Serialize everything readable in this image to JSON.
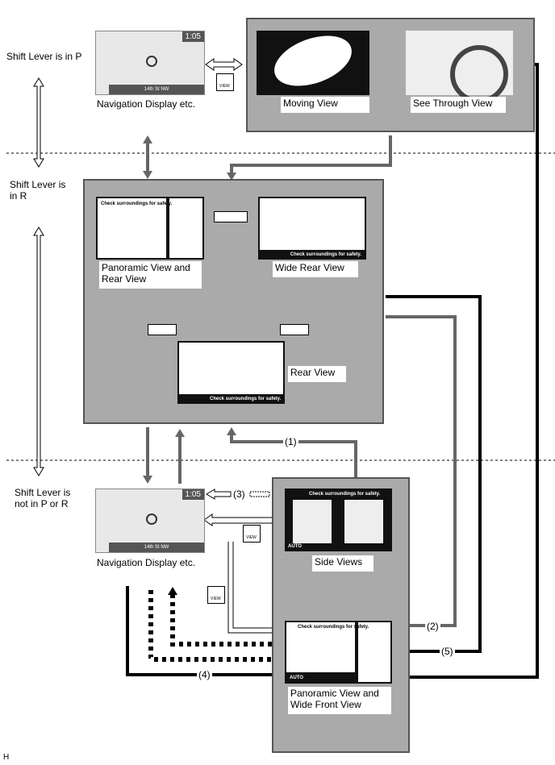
{
  "row_labels": {
    "p": "Shift Lever is in P",
    "r": "Shift Lever is\nin R",
    "not_pr": "Shift Lever is\nnot in P or R"
  },
  "views": {
    "nav_top": "Navigation Display etc.",
    "moving": "Moving View",
    "see_through": "See Through View",
    "panoramic_rear": "Panoramic View and\nRear View",
    "wide_rear": "Wide Rear View",
    "rear": "Rear View",
    "nav_bottom": "Navigation Display etc.",
    "side": "Side Views",
    "panoramic_front": "Panoramic View and\nWide Front View"
  },
  "screen_text": {
    "time": "1:05",
    "street": "14th St NW",
    "safety": "Check surroundings for safety.",
    "auto": "AUTO",
    "view_btn": "VIEW"
  },
  "paths": {
    "p1": "(1)",
    "p2": "(2)",
    "p3": "(3)",
    "p4": "(4)",
    "p5": "(5)"
  },
  "footer": "H"
}
